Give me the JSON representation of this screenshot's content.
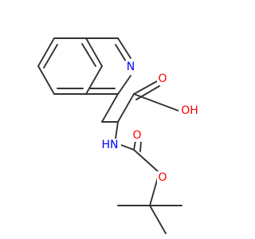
{
  "molecule": {
    "atom_labels": {
      "n_ring": "N",
      "o_carbonyl_acid": "O",
      "oh_acid": "OH",
      "nh_amide": "HN",
      "o_carbonyl_boc": "O",
      "o_ester_boc": "O"
    },
    "colors": {
      "bond": "#333333",
      "nitrogen": "#0000ff",
      "oxygen": "#ff0000"
    }
  }
}
